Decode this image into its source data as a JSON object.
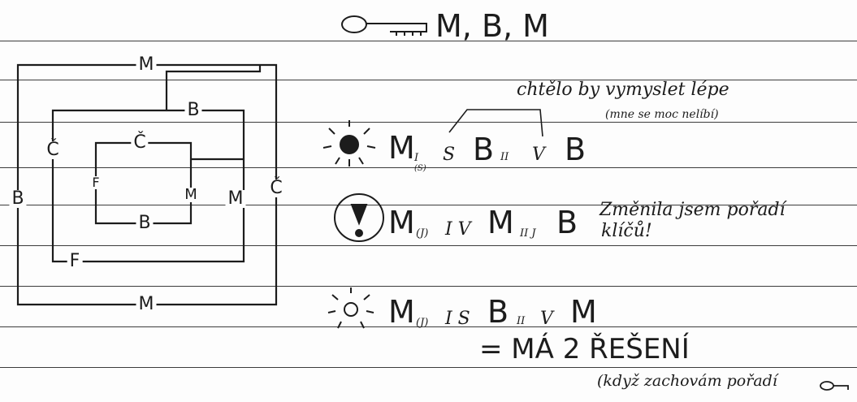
{
  "header": {
    "key_icon": "key-icon",
    "key_order": "M, B, M"
  },
  "diagram": {
    "outer_top": "M",
    "outer_left": "B",
    "outer_bottom": "M",
    "outer_right": "Č",
    "second_top": "B",
    "second_left": "Č",
    "second_bottom": "F",
    "second_right": "M",
    "inner_top": "Č",
    "inner_left": "F",
    "inner_right": "M",
    "inner_bottom": "B"
  },
  "note": {
    "line1": "chtělo by vymyslet lépe",
    "line2": "(mne se moc nelíbí)"
  },
  "rows": [
    {
      "icon": "sun-icon",
      "m": "M",
      "m_sub": "I",
      "m_sub2": "(S)",
      "s_mark": "S",
      "b": "B",
      "b_sub": "II",
      "v_mark": "V",
      "last": "B"
    },
    {
      "icon": "exclamation-icon",
      "m": "M",
      "m_sub": "(J)",
      "mid_marks": "I V",
      "m2": "M",
      "m2_sub": "II J",
      "last": "B",
      "comment1": "Změnila jsem pořadí",
      "comment2": "klíčů!"
    },
    {
      "icon": "hollow-sun-icon",
      "m": "M",
      "m_sub": "(J)",
      "mid_marks": "I S",
      "b": "B",
      "b_sub": "II",
      "v_mark": "V",
      "last": "M"
    }
  ],
  "conclusion": {
    "line1": "= MÁ 2 ŘEŠENÍ",
    "line2": "(když zachovám pořadí",
    "line2_icon": "key-icon"
  }
}
